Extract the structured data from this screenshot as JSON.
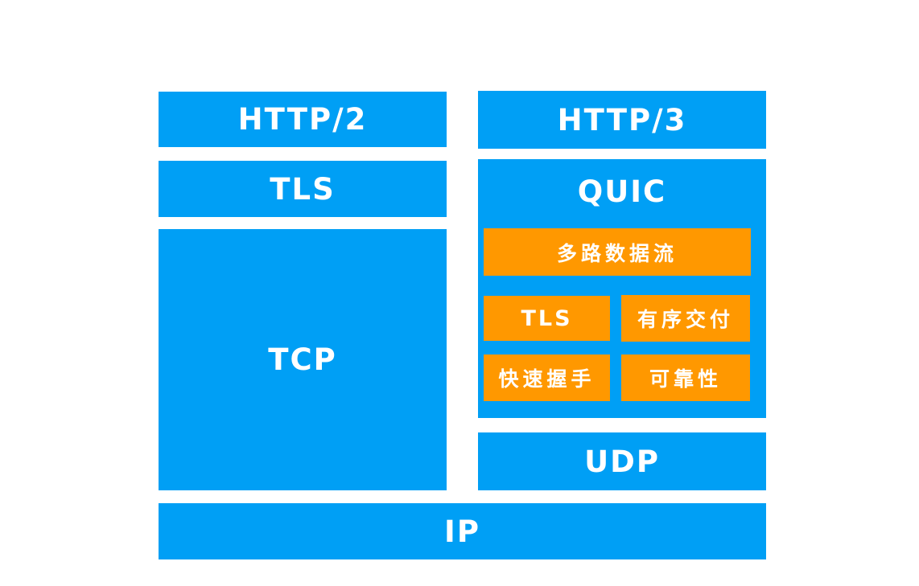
{
  "diagram": {
    "description": "HTTP/2 vs HTTP/3 protocol stack comparison",
    "colors": {
      "layer_blue": "#009FF5",
      "feature_orange": "#FF9800",
      "label_text": "#FFFFFF",
      "background": "#FFFFFF"
    },
    "left_stack": {
      "http2_label": "HTTP/2",
      "tls_label": "TLS",
      "tcp_label": "TCP"
    },
    "right_stack": {
      "http3_label": "HTTP/3",
      "quic_label": "QUIC",
      "quic_features": [
        "多路数据流",
        "TLS",
        "有序交付",
        "快速握手",
        "可靠性"
      ],
      "udp_label": "UDP"
    },
    "base_layer": {
      "ip_label": "IP"
    }
  }
}
